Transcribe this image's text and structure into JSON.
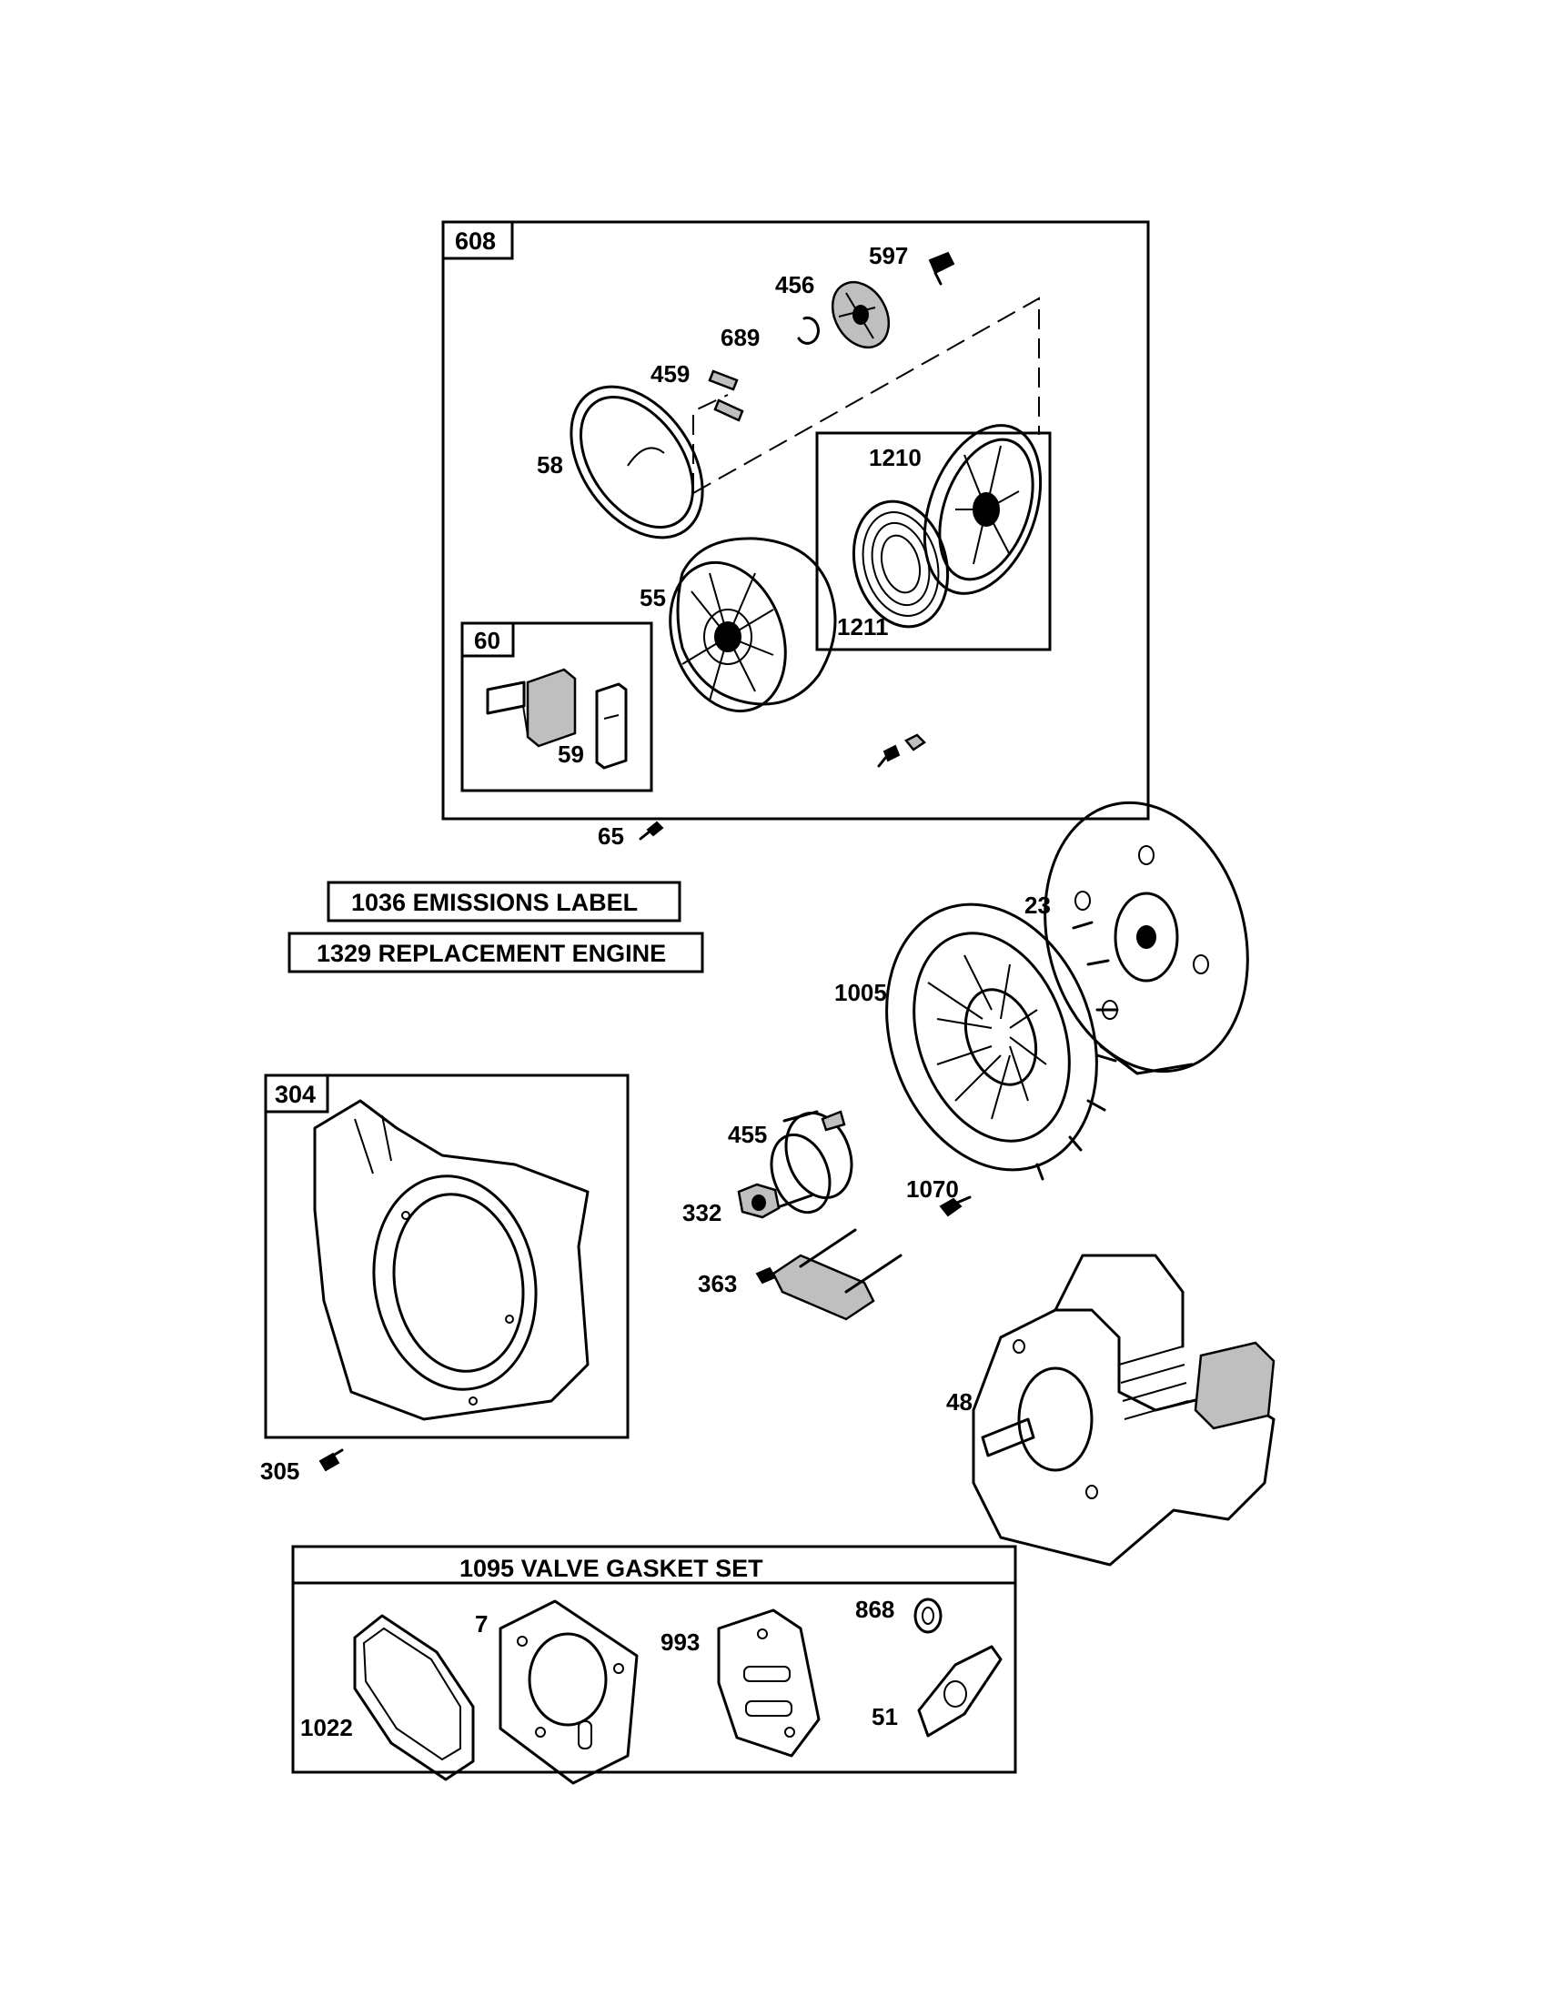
{
  "groups": {
    "starter": "608",
    "handle": "60",
    "shroud": "304",
    "gasket_set": "1095 VALVE GASKET SET"
  },
  "labels": {
    "emissions": "1036 EMISSIONS LABEL",
    "replacement": "1329 REPLACEMENT ENGINE"
  },
  "callouts": {
    "p597": "597",
    "p456": "456",
    "p689": "689",
    "p459": "459",
    "p58": "58",
    "p1210": "1210",
    "p55": "55",
    "p1211": "1211",
    "p59": "59",
    "p65": "65",
    "p23": "23",
    "p1005": "1005",
    "p455": "455",
    "p1070": "1070",
    "p332": "332",
    "p363": "363",
    "p48": "48",
    "p305": "305",
    "p1022": "1022",
    "p7": "7",
    "p993": "993",
    "p868": "868",
    "p51": "51"
  }
}
